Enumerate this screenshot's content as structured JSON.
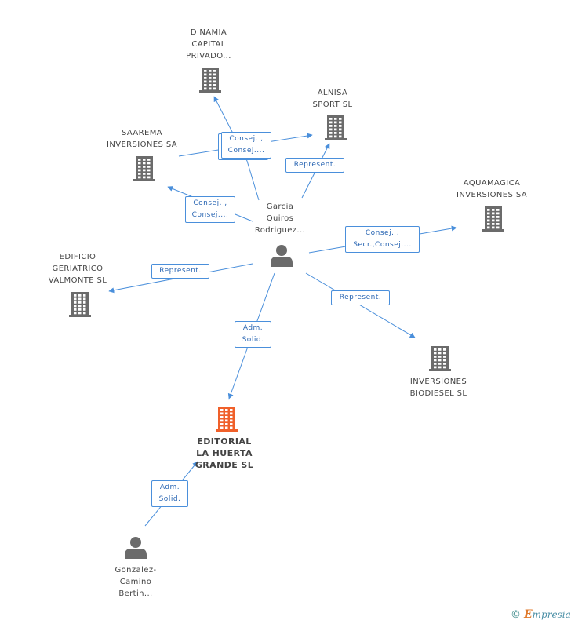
{
  "nodes": {
    "dinamia": {
      "label": "DINAMIA\nCAPITAL\nPRIVADO...",
      "type": "company"
    },
    "alnisa": {
      "label": "ALNISA\nSPORT SL",
      "type": "company"
    },
    "saarema": {
      "label": "SAAREMA\nINVERSIONES SA",
      "type": "company"
    },
    "aquamagica": {
      "label": "AQUAMAGICA\nINVERSIONES SA",
      "type": "company"
    },
    "edificio": {
      "label": "EDIFICIO\nGERIATRICO\nVALMONTE SL",
      "type": "company"
    },
    "biodiesel": {
      "label": "INVERSIONES\nBIODIESEL SL",
      "type": "company"
    },
    "editorial": {
      "label": "EDITORIAL\nLA HUERTA\nGRANDE SL",
      "type": "company-main"
    },
    "garcia": {
      "label": "Garcia\nQuiros\nRodriguez...",
      "type": "person"
    },
    "gonzalez": {
      "label": "Gonzalez-\nCamino\nBertin...",
      "type": "person"
    }
  },
  "edges": {
    "to_dinamia": "Consej. ,\nConsej....",
    "to_alnisa_a": "Consej. ,\nConsej....",
    "to_alnisa_b": "Represent.",
    "to_saarema": "Consej. ,\nConsej....",
    "to_aquamagica": "Consej. ,\nSecr.,Consej....",
    "to_edificio": "Represent.",
    "to_biodiesel": "Represent.",
    "garcia_to_editorial": "Adm.\nSolid.",
    "gonzalez_to_editorial": "Adm.\nSolid."
  },
  "colors": {
    "edge": "#4a8fdb",
    "company_icon": "#6b6b6b",
    "main_company_icon": "#f0602a",
    "person_icon": "#6b6b6b"
  },
  "icons": {
    "company": "building-icon",
    "person": "person-icon"
  },
  "brand": {
    "copyright": "©",
    "e": "E",
    "rest": "mpresia"
  }
}
